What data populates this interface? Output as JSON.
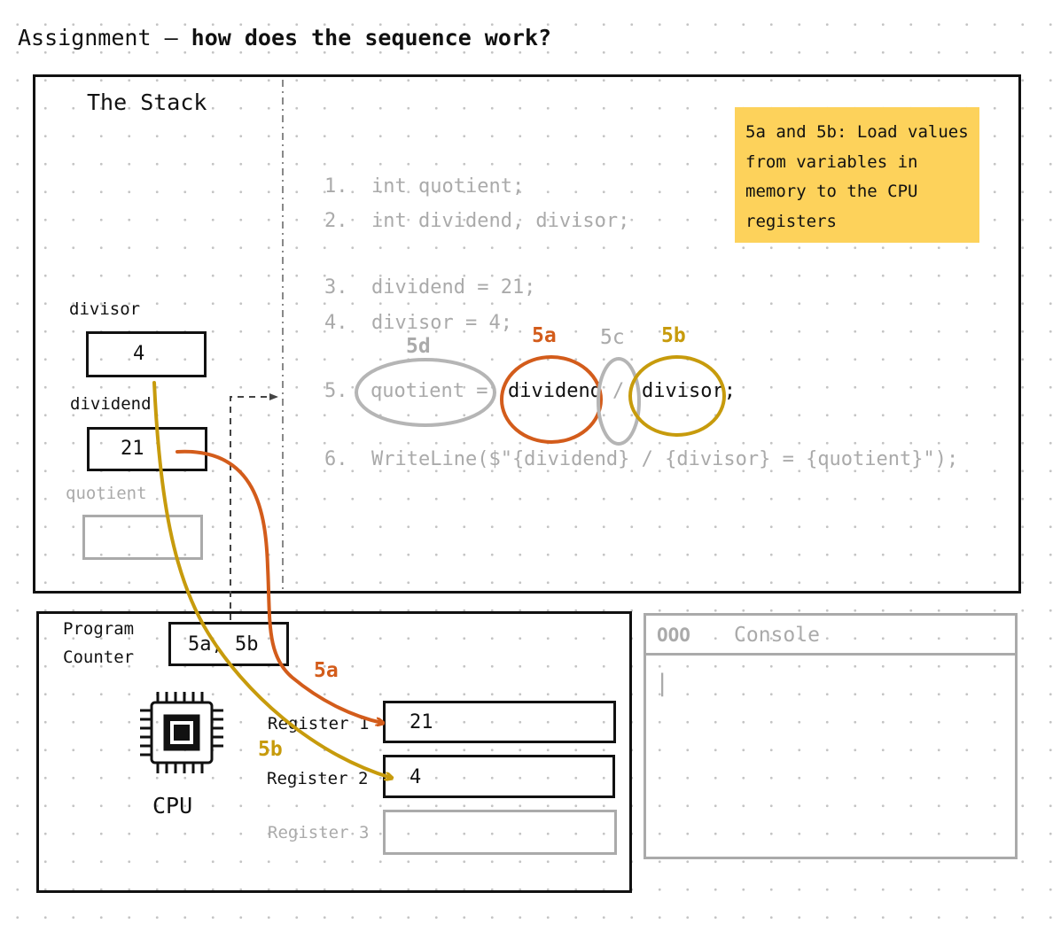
{
  "title": {
    "prefix": "Assignment — ",
    "bold": "how does the sequence work?"
  },
  "stack": {
    "heading": "The Stack",
    "variables": [
      {
        "label": "divisor",
        "value": "4"
      },
      {
        "label": "dividend",
        "value": "21"
      },
      {
        "label": "quotient",
        "value": ""
      }
    ]
  },
  "code": {
    "lines": [
      {
        "num": "1.",
        "text": "int quotient;"
      },
      {
        "num": "2.",
        "text": "int dividend, divisor;"
      },
      {
        "num": "3.",
        "text": "dividend = 21;"
      },
      {
        "num": "4.",
        "text": "divisor = 4;"
      },
      {
        "num": "5.",
        "quotient": "quotient =",
        "dividend": "dividend",
        "slash": "/",
        "divisor": "divisor;"
      },
      {
        "num": "6.",
        "text": "WriteLine($\"{dividend} / {divisor} = {quotient}\");"
      }
    ],
    "markers": {
      "a": "5a",
      "b": "5b",
      "c": "5c",
      "d": "5d"
    }
  },
  "note": {
    "text": "5a and 5b: Load values from variables in memory to the CPU registers"
  },
  "cpu": {
    "program_counter_label_1": "Program",
    "program_counter_label_2": "Counter",
    "program_counter_value": "5a, 5b",
    "cpu_label": "CPU",
    "registers": [
      {
        "label": "Register 1",
        "value": "21"
      },
      {
        "label": "Register 2",
        "value": "4"
      },
      {
        "label": "Register 3",
        "value": ""
      }
    ],
    "arrow_labels": {
      "a": "5a",
      "b": "5b"
    }
  },
  "console": {
    "dots": "OOO",
    "title": "Console",
    "cursor": "|"
  },
  "colors": {
    "orange": "#d35c1b",
    "gold": "#c79b0c",
    "note": "#fdd25b",
    "gray": "#aaaaaa"
  }
}
